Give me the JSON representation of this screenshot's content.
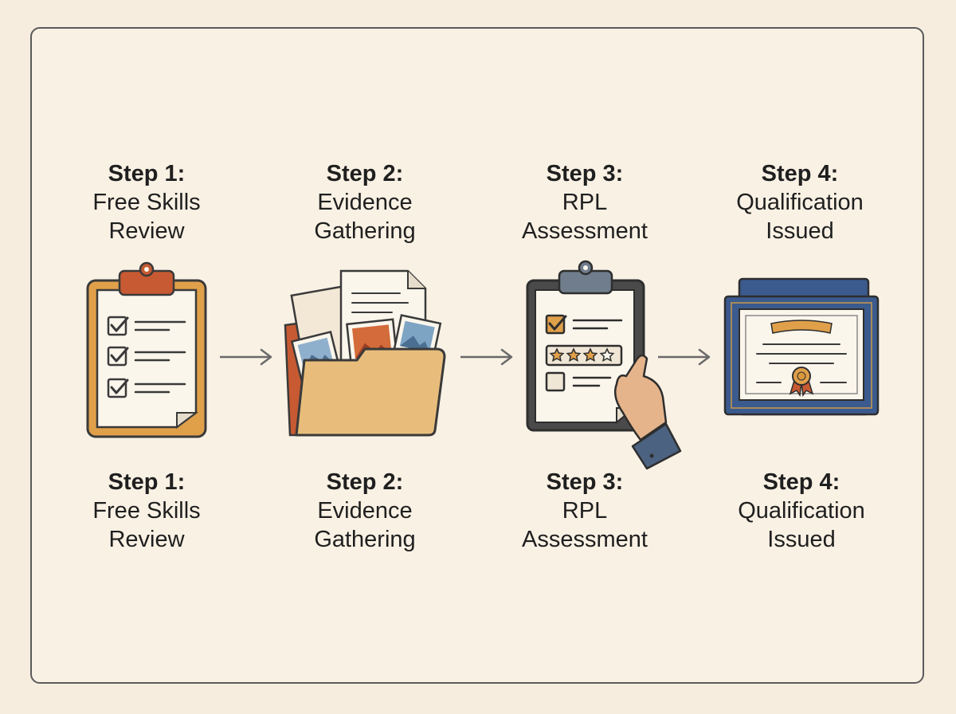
{
  "steps": [
    {
      "step": "Step 1:",
      "name_line1": "Free Skills",
      "name_line2": "Review",
      "icon": "clipboard-checklist-icon"
    },
    {
      "step": "Step 2:",
      "name_line1": "Evidence",
      "name_line2": "Gathering",
      "icon": "folder-documents-icon"
    },
    {
      "step": "Step 3:",
      "name_line1": "RPL",
      "name_line2": "Assessment",
      "icon": "clipboard-rating-hand-icon"
    },
    {
      "step": "Step 4:",
      "name_line1": "Qualification",
      "name_line2": "Issued",
      "icon": "certificate-icon"
    }
  ],
  "colors": {
    "background": "#f6eddf",
    "frame_border": "#5a5a5a",
    "text": "#1f1f1f",
    "accent_orange": "#d9983d",
    "accent_red": "#c75a32",
    "accent_blue": "#3b5a8e",
    "arrow": "#6a6a6a"
  }
}
